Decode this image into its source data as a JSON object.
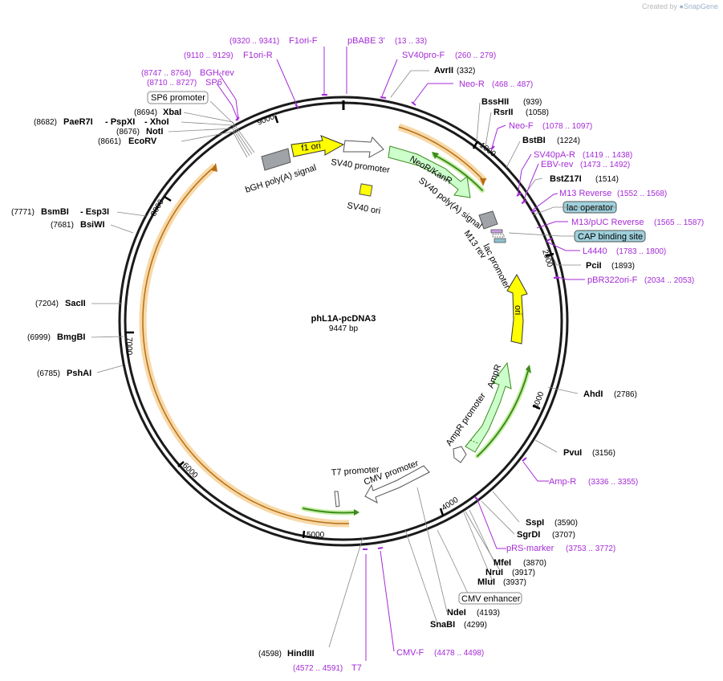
{
  "credit": {
    "prefix": "Created by",
    "brand": "SnapGene"
  },
  "plasmid": {
    "name": "phL1A-pcDNA3",
    "length": "9447 bp"
  },
  "ticks": [
    "1000",
    "2000",
    "3000",
    "4000",
    "5000",
    "6000",
    "7000",
    "8000",
    "9000"
  ],
  "enzymes_right": [
    {
      "name": "AvrII",
      "pos": "(332)"
    },
    {
      "name": "BssHII",
      "pos": "(939)"
    },
    {
      "name": "RsrII",
      "pos": "(1058)"
    },
    {
      "name": "BstBI",
      "pos": "(1224)"
    },
    {
      "name": "BstZ17I",
      "pos": "(1514)"
    },
    {
      "name": "PciI",
      "pos": "(1893)"
    },
    {
      "name": "AhdI",
      "pos": "(2786)"
    },
    {
      "name": "PvuI",
      "pos": "(3156)"
    },
    {
      "name": "SspI",
      "pos": "(3590)"
    },
    {
      "name": "SgrDI",
      "pos": "(3707)"
    },
    {
      "name": "MfeI",
      "pos": "(3870)"
    },
    {
      "name": "NruI",
      "pos": "(3917)"
    },
    {
      "name": "MluI",
      "pos": "(3937)"
    },
    {
      "name": "NdeI",
      "pos": "(4193)"
    },
    {
      "name": "SnaBI",
      "pos": "(4299)"
    },
    {
      "name": "HindIII",
      "pos": "(4598)"
    }
  ],
  "enzymes_left": [
    {
      "name": "XbaI",
      "pos": "(8694)"
    },
    {
      "name": "PaeR7I",
      "pos": "(8682)",
      "extra1": "- PspXI",
      "extra2": "- XhoI"
    },
    {
      "name": "NotI",
      "pos": "(8676)"
    },
    {
      "name": "EcoRV",
      "pos": "(8661)"
    },
    {
      "name": "BsmBI",
      "pos": "(7771)",
      "extra1": "- Esp3I"
    },
    {
      "name": "BsiWI",
      "pos": "(7681)"
    },
    {
      "name": "SacII",
      "pos": "(7204)"
    },
    {
      "name": "BmgBI",
      "pos": "(6999)"
    },
    {
      "name": "PshAI",
      "pos": "(6785)"
    }
  ],
  "primers": [
    {
      "name": "F1ori-F",
      "pos": "(9320 .. 9341)"
    },
    {
      "name": "pBABE 3'",
      "pos": "(13 .. 33)"
    },
    {
      "name": "F1ori-R",
      "pos": "(9110 .. 9129)"
    },
    {
      "name": "SV40pro-F",
      "pos": "(260 .. 279)"
    },
    {
      "name": "BGH-rev",
      "pos": "(8747 .. 8764)"
    },
    {
      "name": "SP6",
      "pos": "(8710 .. 8727)"
    },
    {
      "name": "Neo-R",
      "pos": "(468 .. 487)"
    },
    {
      "name": "Neo-F",
      "pos": "(1078 .. 1097)"
    },
    {
      "name": "SV40pA-R",
      "pos": "(1419 .. 1438)"
    },
    {
      "name": "EBV-rev",
      "pos": "(1473 .. 1492)"
    },
    {
      "name": "M13 Reverse",
      "pos": "(1552 .. 1568)"
    },
    {
      "name": "M13/pUC Reverse",
      "pos": "(1565 .. 1587)"
    },
    {
      "name": "L4440",
      "pos": "(1783 .. 1800)"
    },
    {
      "name": "pBR322ori-F",
      "pos": "(2034 .. 2053)"
    },
    {
      "name": "Amp-R",
      "pos": "(3336 .. 3355)"
    },
    {
      "name": "pRS-marker",
      "pos": "(3753 .. 3772)"
    },
    {
      "name": "CMV-F",
      "pos": "(4478 .. 4498)"
    },
    {
      "name": "T7",
      "pos": "(4572 .. 4591)"
    }
  ],
  "boxed_labels": {
    "sp6_promoter": "SP6 promoter",
    "lac_operator": "lac operator",
    "cap_site": "CAP binding site",
    "cmv_enhancer": "CMV enhancer"
  },
  "features": {
    "f1_ori": "f1 ori",
    "bgh": "bGH poly(A) signal",
    "sv40_promoter": "SV40 promoter",
    "sv40_ori": "SV40 ori",
    "neor": "NeoR/KanR",
    "sv40_polya": "SV40 poly(A) signal",
    "m13_rev": "M13 rev",
    "lac_promoter": "lac promoter",
    "ori": "ori",
    "ampr": "AmpR",
    "ampr_promoter": "AmpR promoter",
    "t7_promoter": "T7 promoter",
    "cmv_promoter": "CMV promoter"
  },
  "colors": {
    "backbone": "#1a1a1a",
    "primer": "#a52bd6",
    "orf_highlight": "#f5c882",
    "orf_line": "#c47a1e",
    "green": "#3d8b1e",
    "yellow": "#ffff00",
    "light_green": "#ccffcc",
    "grey": "#a0a4a8",
    "box_blue": "#9fd0dc"
  }
}
